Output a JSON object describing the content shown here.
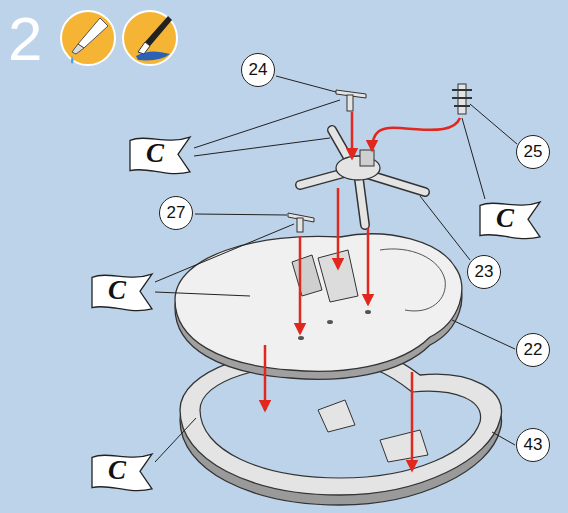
{
  "diagram": {
    "nodes": [
      {
        "text": [
          "24"
        ]
      },
      {
        "text": [
          "C"
        ]
      },
      {
        "text": [
          "25"
        ]
      },
      {
        "text": [
          "C"
        ]
      },
      {
        "text": [
          "27"
        ]
      },
      {
        "text": [
          "23"
        ]
      },
      {
        "text": [
          "C"
        ]
      },
      {
        "text": [
          "22"
        ]
      },
      {
        "text": [
          "43"
        ]
      },
      {
        "text": [
          "C"
        ]
      }
    ],
    "labels": [
      "2"
    ]
  }
}
